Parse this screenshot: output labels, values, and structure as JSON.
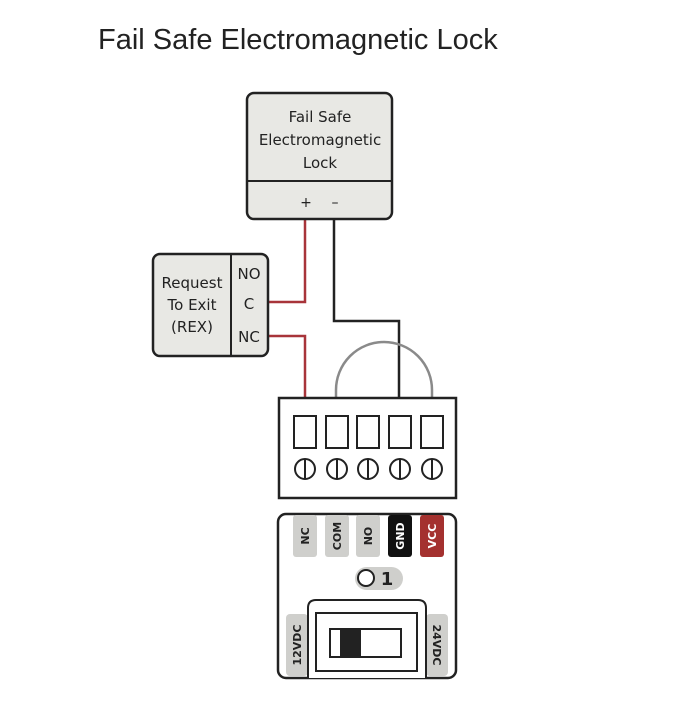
{
  "title": "Fail Safe Electromagnetic Lock",
  "lock": {
    "label_lines": [
      "Fail Safe",
      "Electromagnetic",
      "Lock"
    ],
    "terminals": [
      "+",
      "–"
    ]
  },
  "rex": {
    "label_lines": [
      "Request",
      "To Exit",
      "(REX)"
    ],
    "contacts": [
      "NO",
      "C",
      "NC"
    ]
  },
  "controller": {
    "pin_labels": [
      "NC",
      "COM",
      "NO",
      "GND",
      "VCC"
    ],
    "indicator_label": "1",
    "voltage_left": "12VDC",
    "voltage_right": "24VDC"
  },
  "colors": {
    "wire_positive": "#a8343a",
    "wire_negative": "#222222",
    "jumper": "#8a8a8a",
    "box_fill": "#e8e8e4",
    "tag_gray": "#cfcfcc",
    "tag_gnd": "#111111",
    "tag_vcc": "#a4312f"
  },
  "wiring": [
    {
      "from": "lock +",
      "to": "REX C",
      "color": "red"
    },
    {
      "from": "REX NC",
      "to": "terminal 1",
      "color": "red"
    },
    {
      "from": "lock -",
      "to": "terminal 4",
      "color": "black"
    },
    {
      "from": "terminal 2",
      "to": "terminal 5",
      "color": "gray jumper"
    }
  ]
}
